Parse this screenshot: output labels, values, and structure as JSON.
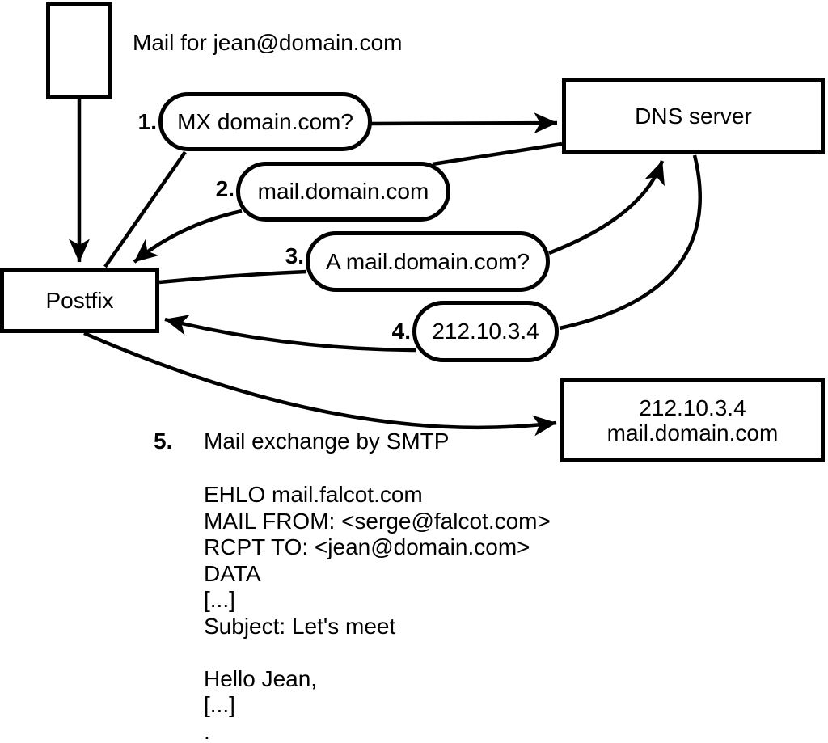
{
  "figure": {
    "background": "#ffffff",
    "stroke_color": "#000000",
    "mail_source_label": "Mail for jean@domain.com",
    "nodes": {
      "postfix": "Postfix",
      "dns_server": "DNS server",
      "mail_server": {
        "ip": "212.10.3.4",
        "hostname": "mail.domain.com"
      }
    },
    "steps": [
      {
        "num": "1.",
        "label": "MX domain.com?"
      },
      {
        "num": "2.",
        "label": "mail.domain.com"
      },
      {
        "num": "3.",
        "label": "A mail.domain.com?"
      },
      {
        "num": "4.",
        "label": "212.10.3.4"
      },
      {
        "num": "5.",
        "label": "Mail exchange by SMTP"
      }
    ],
    "smtp_session": [
      "EHLO mail.falcot.com",
      "MAIL FROM: <serge@falcot.com>",
      "RCPT TO: <jean@domain.com>",
      "DATA",
      "[...]",
      "Subject: Let's meet",
      "",
      "Hello Jean,",
      "[...]",
      "."
    ]
  }
}
